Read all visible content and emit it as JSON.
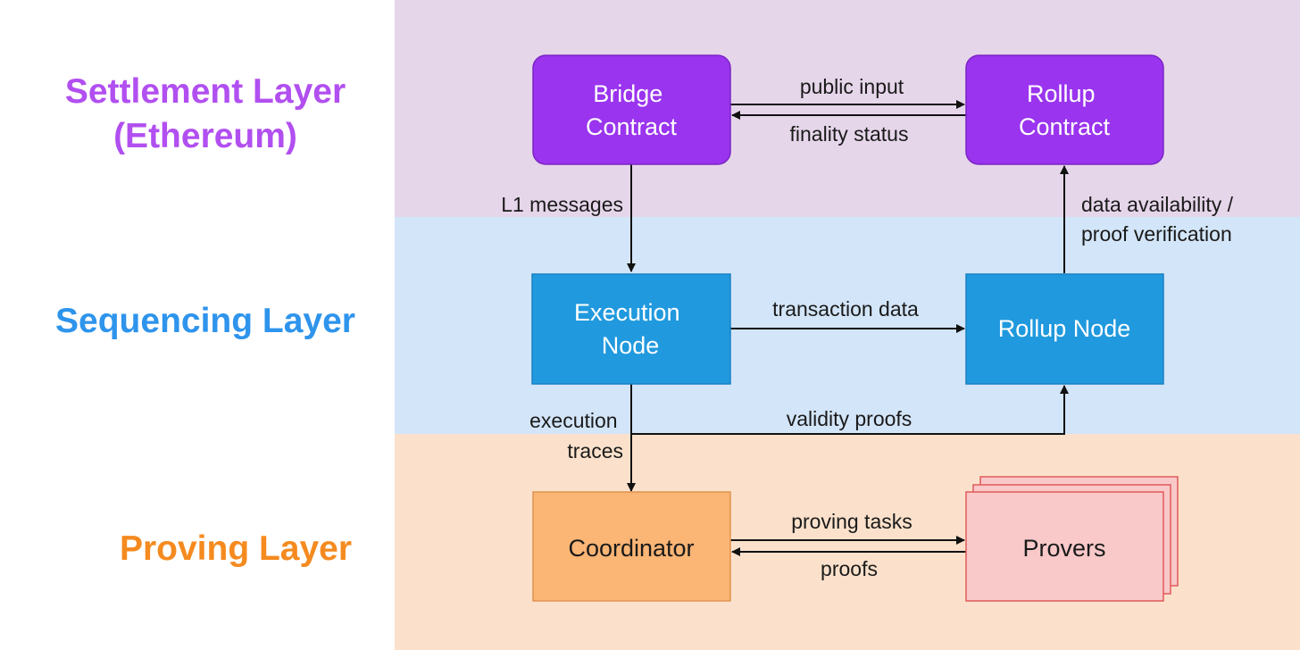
{
  "colors": {
    "settlement_band": "#e6d6ea",
    "sequencing_band": "#d3e5f8",
    "proving_band": "#fbe1cb",
    "settlement_label": "#b14ff0",
    "sequencing_label": "#2e94ec",
    "proving_label": "#f58a1f",
    "contract_fill": "#9a34ee",
    "node_fill": "#2099de",
    "coordinator_fill": "#fbb575",
    "provers_fill": "#f9c9c9",
    "provers_stroke": "#e05a5a"
  },
  "layers": {
    "settlement": [
      "Settlement Layer",
      "(Ethereum)"
    ],
    "sequencing": [
      "Sequencing Layer"
    ],
    "proving": [
      "Proving Layer"
    ]
  },
  "nodes": {
    "bridge_contract": [
      "Bridge",
      "Contract"
    ],
    "rollup_contract": [
      "Rollup",
      "Contract"
    ],
    "execution_node": [
      "Execution",
      "Node"
    ],
    "rollup_node": [
      "Rollup Node"
    ],
    "coordinator": [
      "Coordinator"
    ],
    "provers": [
      "Provers"
    ]
  },
  "edges": {
    "public_input": [
      "public input"
    ],
    "finality_status": [
      "finality status"
    ],
    "l1_messages": [
      "L1 messages"
    ],
    "data_availability": [
      "data availability /",
      "proof verification"
    ],
    "transaction_data": [
      "transaction data"
    ],
    "execution_traces": [
      "execution",
      "traces"
    ],
    "validity_proofs": [
      "validity proofs"
    ],
    "proving_tasks": [
      "proving tasks"
    ],
    "proofs": [
      "proofs"
    ]
  }
}
